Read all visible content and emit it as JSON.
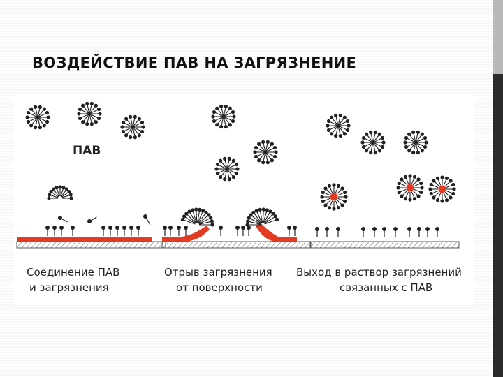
{
  "slide": {
    "title": "ВОЗДЕЙСТВИЕ ПАВ НА ЗАГРЯЗНЕНИЕ"
  },
  "diagram": {
    "surfactant_label": "ПАВ",
    "panel_captions": [
      {
        "line1": "Соединение ПАВ",
        "line2": "и загрязнения"
      },
      {
        "line1": "Отрыв загрязнения",
        "line2": "от поверхности"
      },
      {
        "line1": "Выход в раствор загрязнений",
        "line2": "связанных с ПАВ"
      }
    ],
    "colors": {
      "dirt": "#e33a22",
      "surfactant": "#222222",
      "surface_hatch": "#555555"
    }
  }
}
